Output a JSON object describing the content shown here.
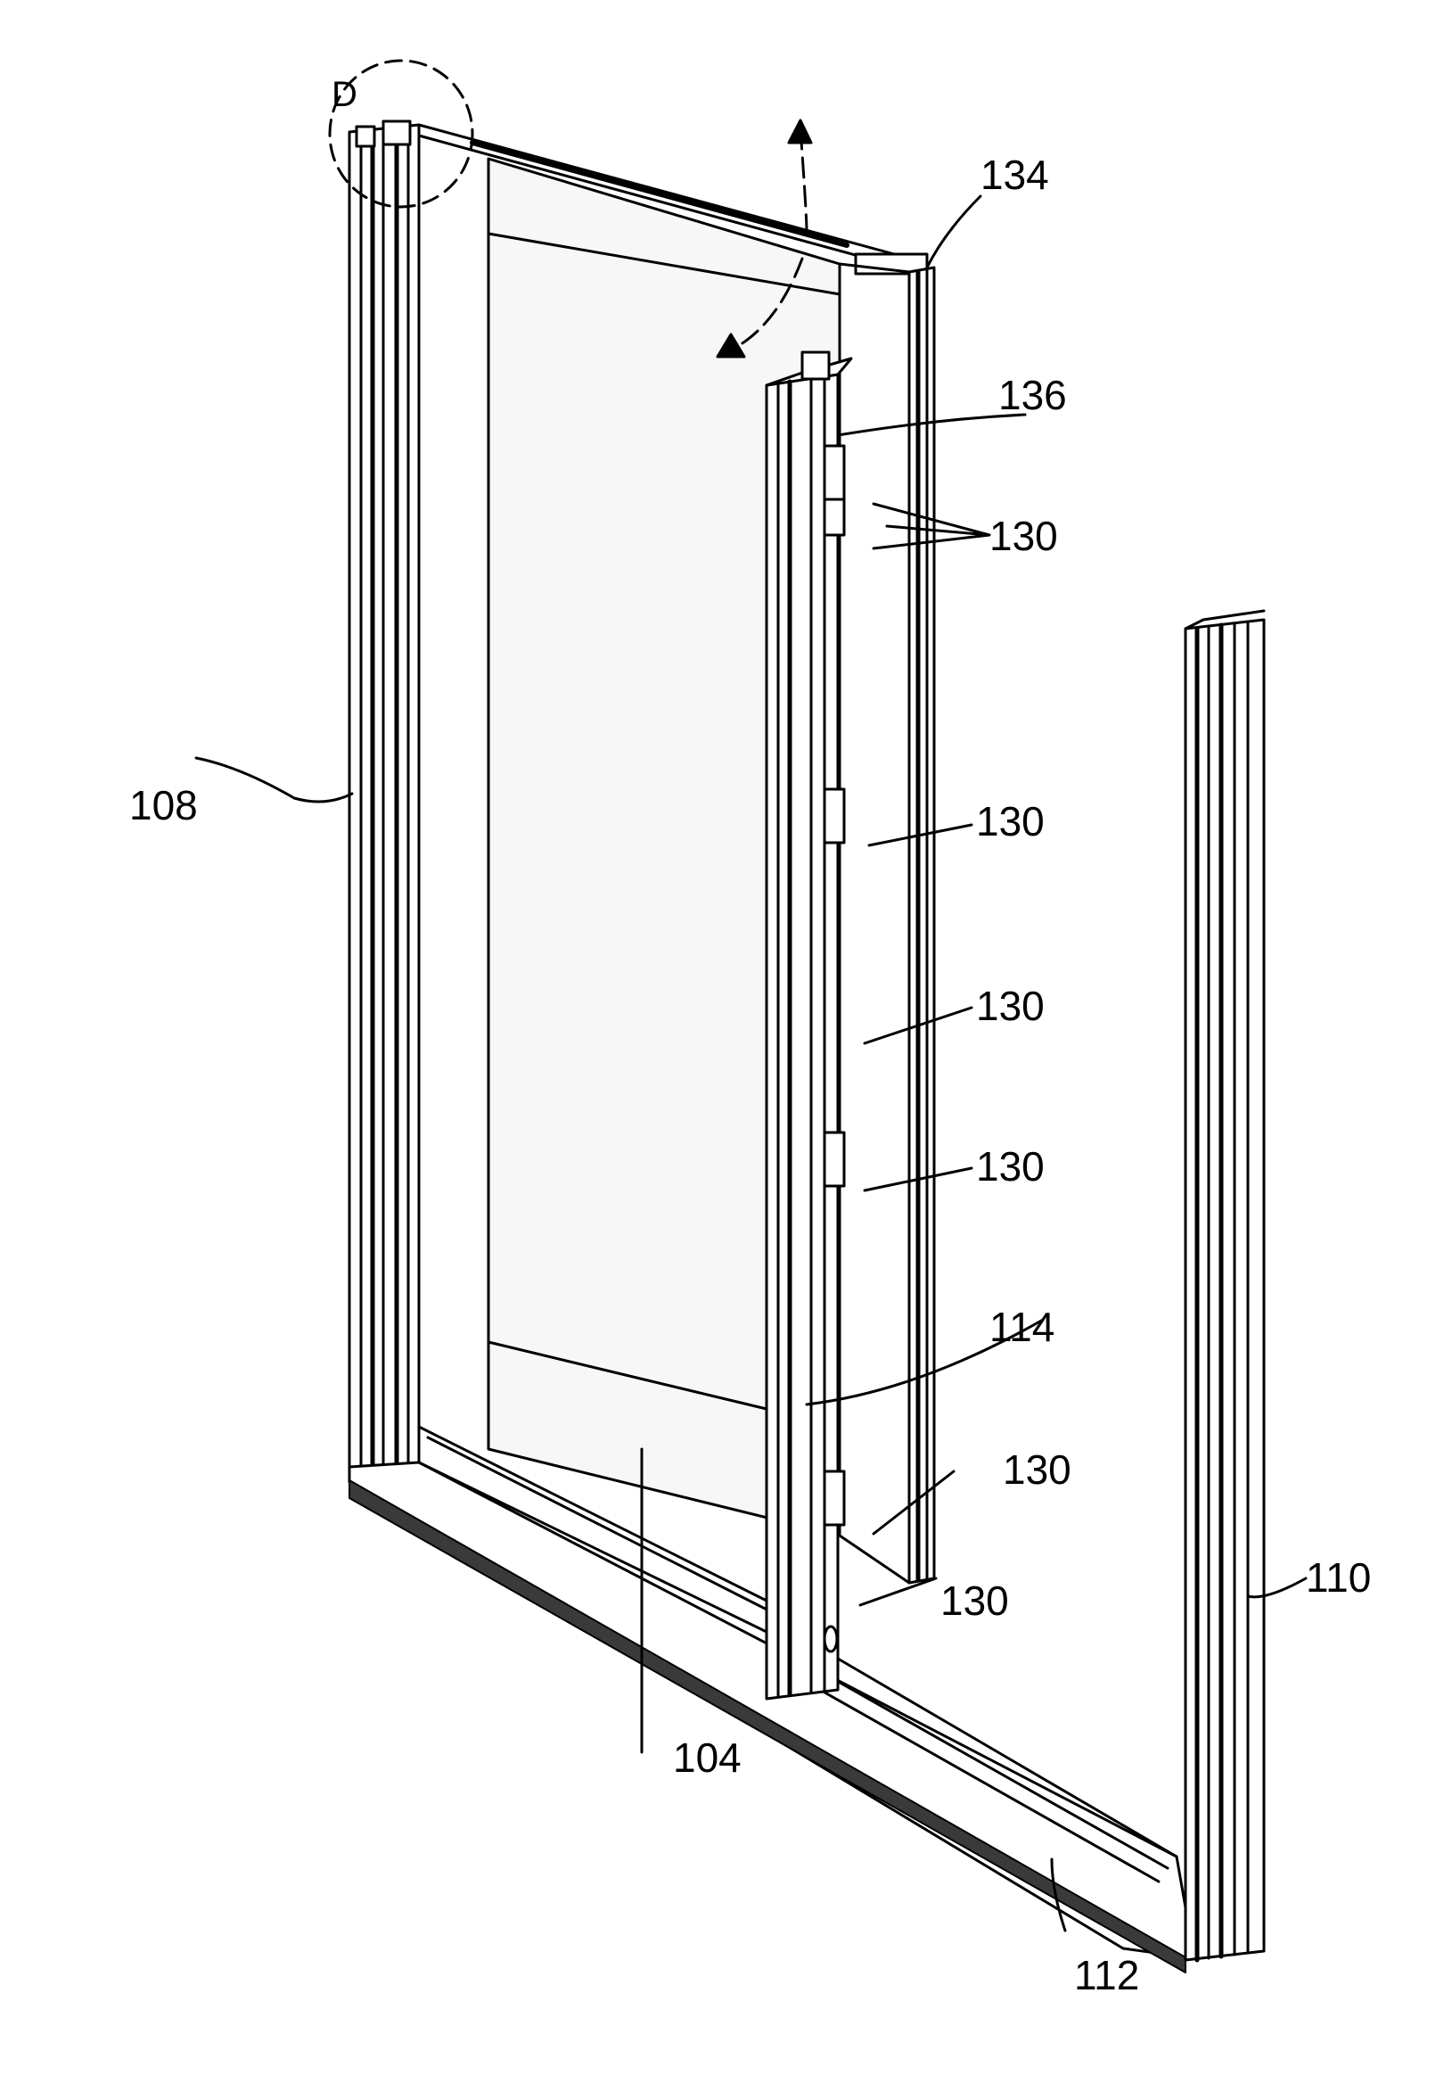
{
  "figure": {
    "detail_marker": "D",
    "labels": {
      "ref_134": "134",
      "ref_136": "136",
      "ref_130_a": "130",
      "ref_130_b": "130",
      "ref_130_c": "130",
      "ref_130_d": "130",
      "ref_130_e": "130",
      "ref_130_f": "130",
      "ref_108": "108",
      "ref_114": "114",
      "ref_110": "110",
      "ref_104": "104",
      "ref_112": "112"
    },
    "colors": {
      "line": "#000000",
      "background": "#ffffff",
      "panel": "#f7f7f7",
      "shade": "#3a3a3a"
    }
  }
}
